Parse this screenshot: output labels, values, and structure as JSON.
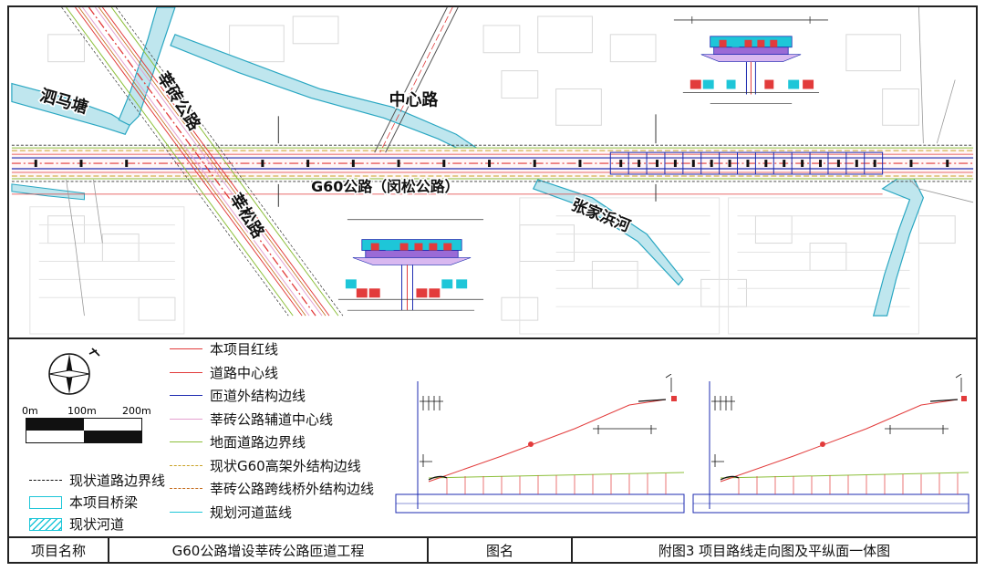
{
  "map": {
    "labels": {
      "sizhuang": "泗马塘",
      "xinzhuan_road": "莘砖公路",
      "center_road": "中心路",
      "g60_road": "G60公路（闵松公路）",
      "xinsong_road": "莘松路",
      "zhangjiabang": "张家浜河"
    },
    "colors": {
      "water": "#bfe6ee",
      "water_edge": "#2aa7c2",
      "road_red": "#e23b3b",
      "bridge_cyan": "#1ec6d8",
      "green_line": "#8cbf3a",
      "blue_line": "#1d2bb0"
    }
  },
  "legend": {
    "scale": {
      "labels": [
        "0m",
        "100m",
        "200m"
      ]
    },
    "swatches": [
      {
        "label": "现状道路边界线"
      },
      {
        "label": "本项目桥梁"
      },
      {
        "label": "现状河道"
      }
    ],
    "lines": [
      {
        "label": "本项目红线",
        "color": "#e23b3b"
      },
      {
        "label": "道路中心线",
        "color": "#e23b3b"
      },
      {
        "label": "匝道外结构边线",
        "color": "#1d2bb0"
      },
      {
        "label": "莘砖公路辅道中心线",
        "color": "#e4a0d0"
      },
      {
        "label": "地面道路边界线",
        "color": "#8cbf3a"
      },
      {
        "label": "现状G60高架外结构边线",
        "color": "#c9a226"
      },
      {
        "label": "莘砖公路跨线桥外结构边线",
        "color": "#c46a1a"
      },
      {
        "label": "规划河道蓝线",
        "color": "#1ec6d8"
      }
    ]
  },
  "title_block": {
    "project_name_label": "项目名称",
    "project_name": "G60公路增设莘砖公路匝道工程",
    "drawing_name_label": "图名",
    "drawing_name": "附图3  项目路线走向图及平纵面一体图"
  }
}
